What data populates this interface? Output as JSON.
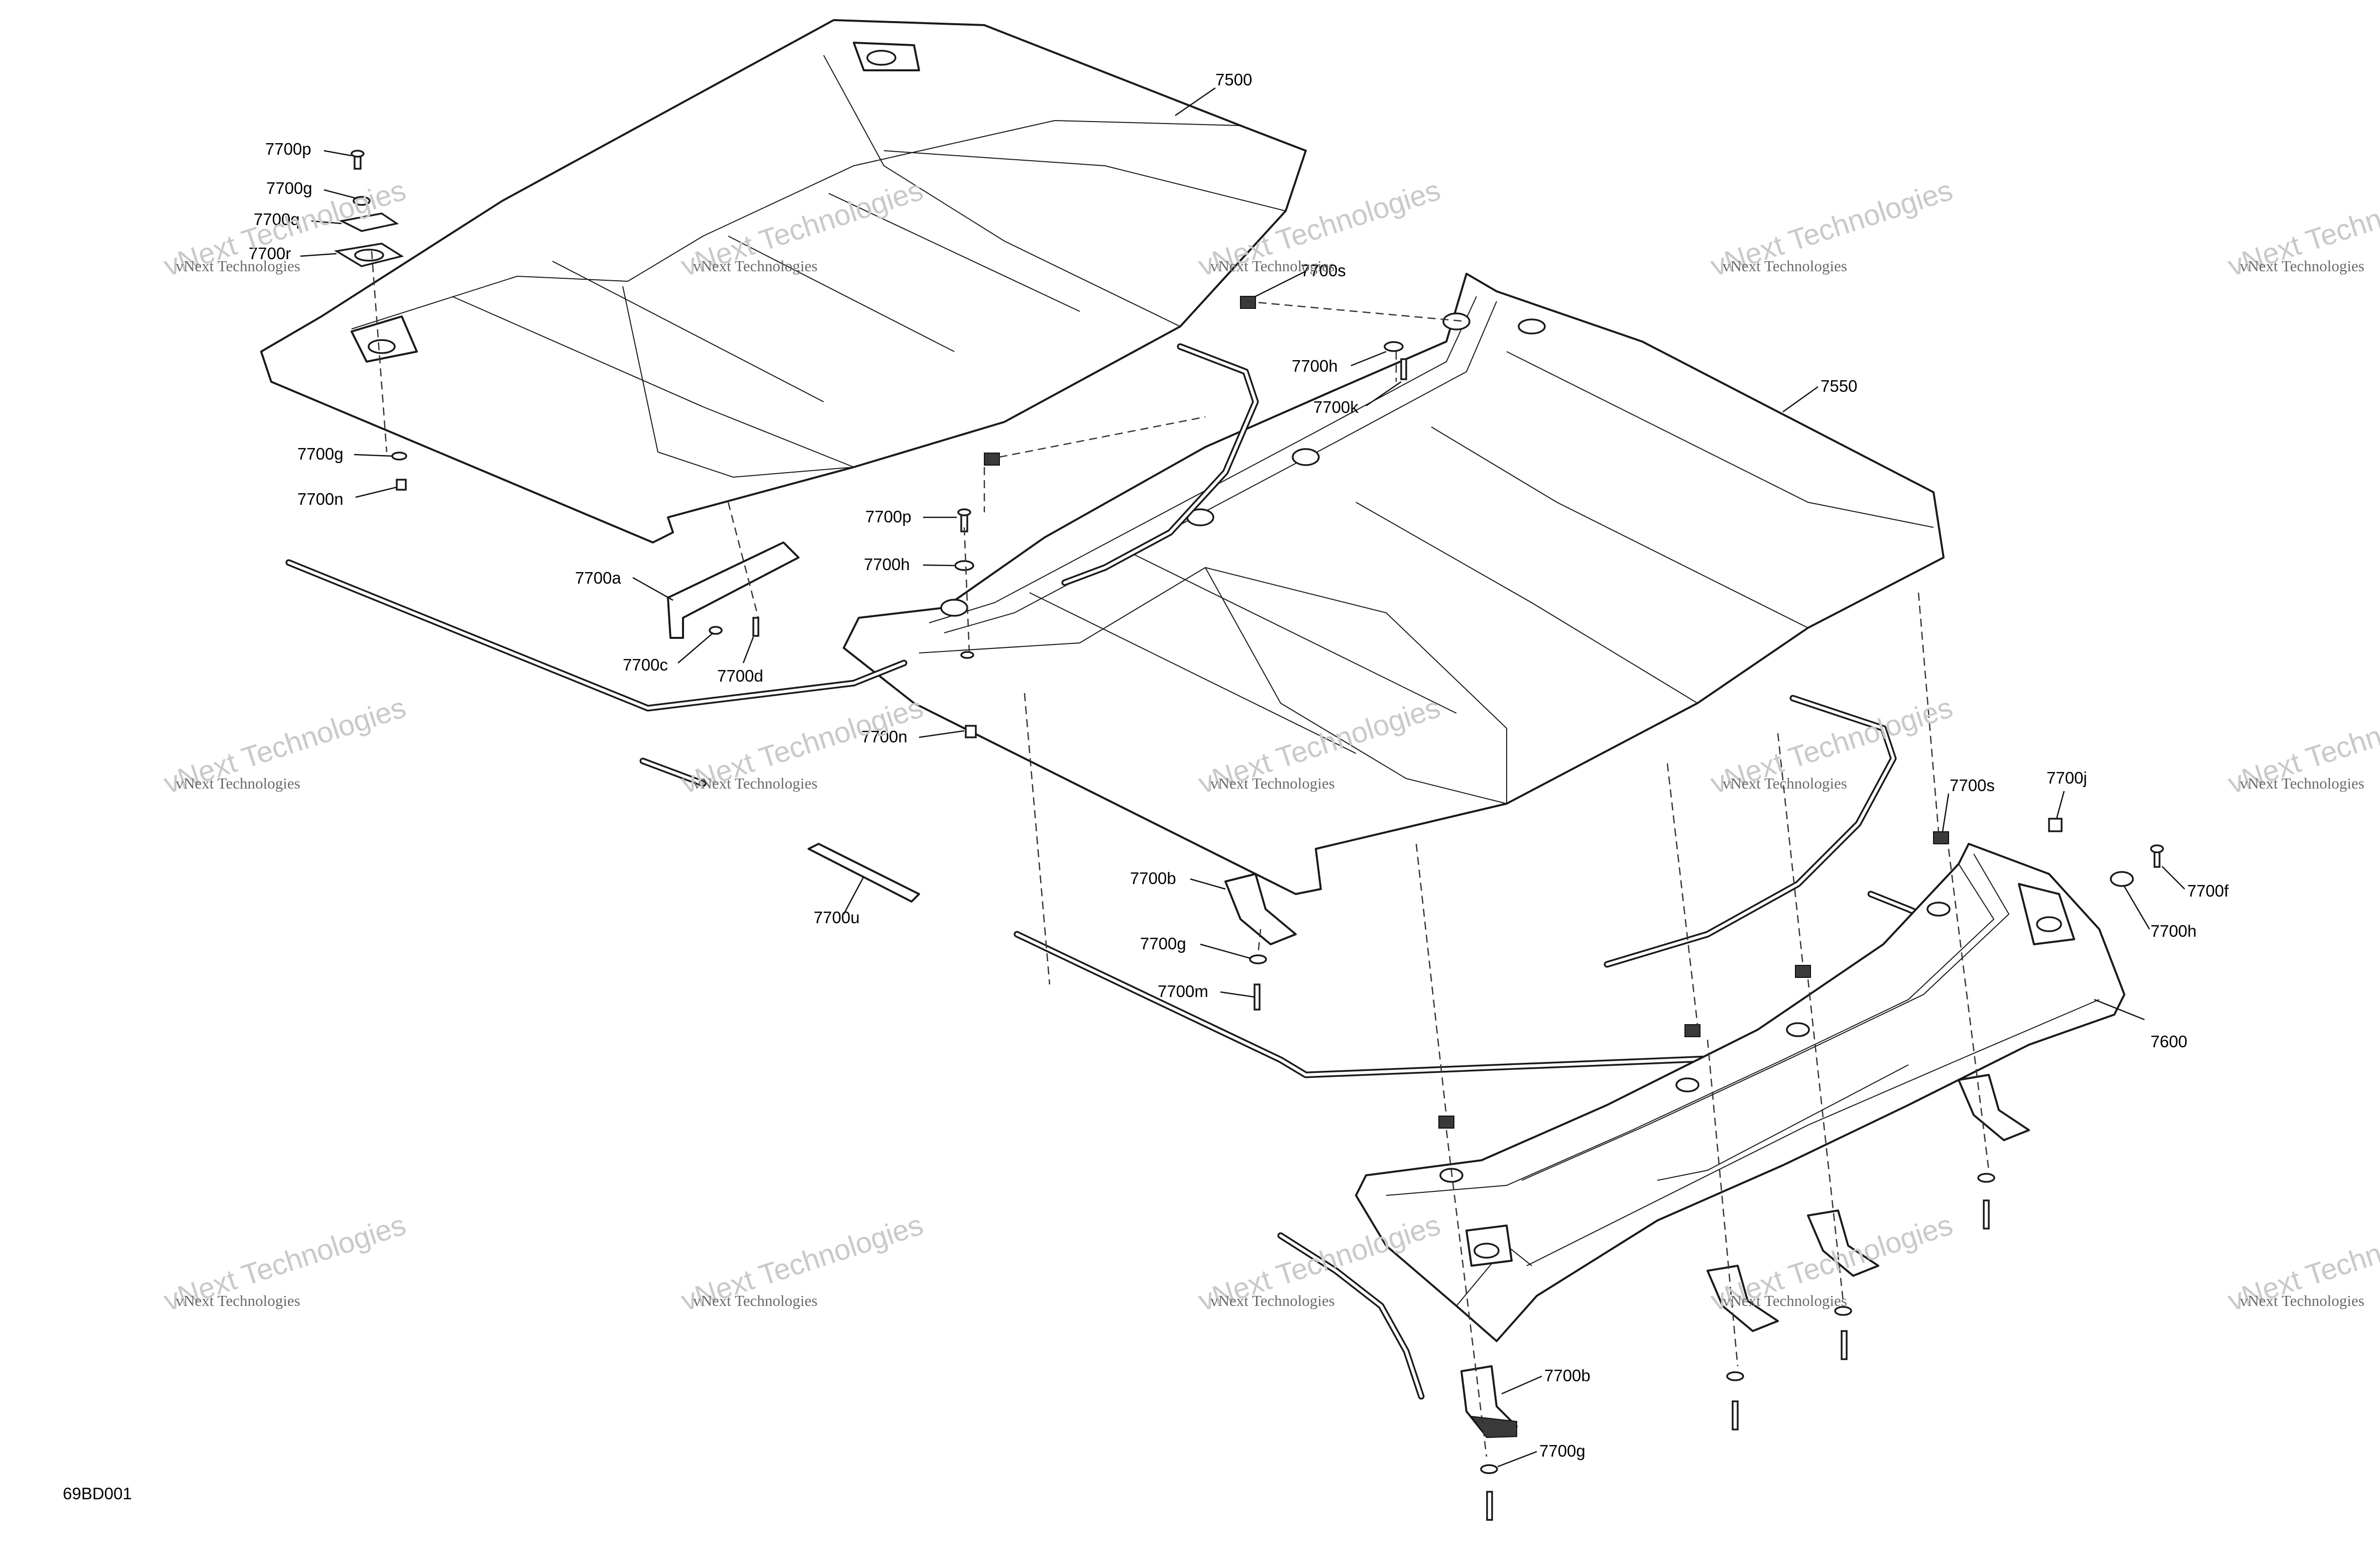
{
  "drawing_id": "69BD001",
  "watermark": {
    "company": "vNext Technologies",
    "brand": "vNext Technologies"
  },
  "callouts": {
    "c7500": "7500",
    "c7550": "7550",
    "c7600": "7600",
    "c7700p_top": "7700p",
    "c7700g_top": "7700g",
    "c7700q": "7700q",
    "c7700r": "7700r",
    "c7700s_top": "7700s",
    "c7700h_top": "7700h",
    "c7700k": "7700k",
    "c7700g_left": "7700g",
    "c7700n_left": "7700n",
    "c7700p_mid": "7700p",
    "c7700h_mid": "7700h",
    "c7700a": "7700a",
    "c7700c": "7700c",
    "c7700d": "7700d",
    "c7700n_mid": "7700n",
    "c7700u": "7700u",
    "c7700b_mid": "7700b",
    "c7700g_mid": "7700g",
    "c7700m": "7700m",
    "c7700s_right": "7700s",
    "c7700j": "7700j",
    "c7700f": "7700f",
    "c7700h_right": "7700h",
    "c7700b_bottom": "7700b",
    "c7700g_bottom": "7700g"
  }
}
